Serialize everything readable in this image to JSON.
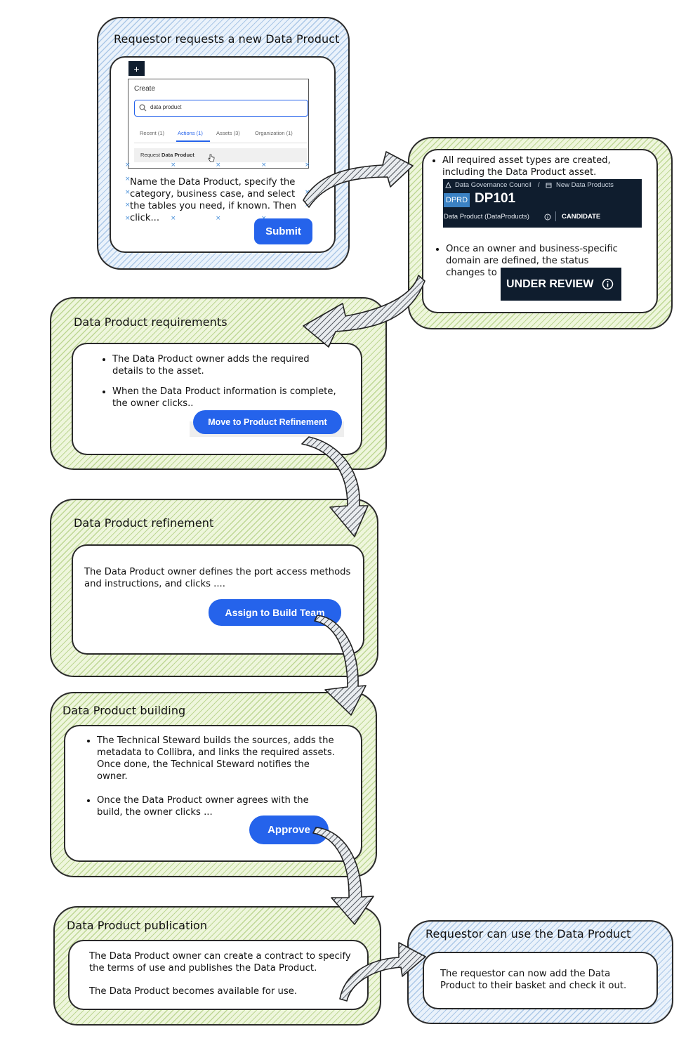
{
  "stage1": {
    "title": "Requestor requests a new Data Product",
    "plus_glyph": "+",
    "create_label": "Create",
    "search_value": "data product",
    "tabs": [
      "Recent (1)",
      "Actions (1)",
      "Assets (3)",
      "Organization (1)"
    ],
    "result_prefix": "Request ",
    "result_bold": "Data Product",
    "text": "Name the Data Product, specify the category, business case, and select the tables you need, if known. Then click...",
    "button": "Submit"
  },
  "stage2": {
    "bullet1": "All required asset types are created, including the Data Product asset.",
    "breadcrumb_1": "Data Governance Council",
    "breadcrumb_sep": "/",
    "breadcrumb_2": "New Data Products",
    "asset_badge": "DPRD",
    "asset_name": "DP101",
    "asset_type": "Data Product (DataProducts)",
    "asset_status": "CANDIDATE",
    "bullet2": "Once an owner and business-specific domain are defined, the status changes to",
    "status_badge": "UNDER REVIEW"
  },
  "stage3": {
    "title": "Data Product requirements",
    "bullet1": "The Data Product owner adds the required details to the asset.",
    "bullet2": "When the Data Product information is complete, the owner clicks..",
    "button": "Move to Product Refinement"
  },
  "stage4": {
    "title": "Data Product refinement",
    "text": "The Data Product owner defines the port access methods and instructions, and clicks ....",
    "button": "Assign to Build Team"
  },
  "stage5": {
    "title": "Data Product building",
    "bullet1": "The Technical Steward builds the sources, adds the metadata to Collibra, and links the required assets. Once done, the Technical Steward notifies the owner.",
    "bullet2": "Once the Data Product owner agrees with the build, the owner clicks ...",
    "button": "Approve"
  },
  "stage6": {
    "title": "Data Product publication",
    "para1": "The Data Product owner can create a contract to specify the terms of use and publishes the Data Product.",
    "para2": "The Data Product becomes available for use."
  },
  "stage7": {
    "title": "Requestor can use the Data Product",
    "text": "The requestor can now add the Data Product to their basket and check it out."
  },
  "colors": {
    "stage_green": "#eef6dc",
    "stage_blue": "#eaf2fb",
    "button_blue": "#2563eb",
    "dark_panel": "#0f1d2e",
    "outline": "#2a2a2a"
  }
}
